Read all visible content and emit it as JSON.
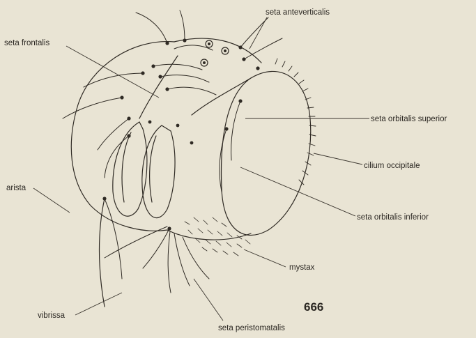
{
  "figure_number": "666",
  "labels": {
    "seta_anteverticalis": "seta anteverticalis",
    "seta_frontalis": "seta frontalis",
    "seta_orbitalis_superior": "seta orbitalis superior",
    "cilium_occipitale": "cilium occipitale",
    "arista": "arista",
    "seta_orbitalis_inferior": "seta orbitalis inferior",
    "mystax": "mystax",
    "vibrissa": "vibrissa",
    "seta_peristomatalis": "seta peristomatalis"
  },
  "colors": {
    "paper": "#e9e4d4",
    "ink": "#2f2a24"
  }
}
